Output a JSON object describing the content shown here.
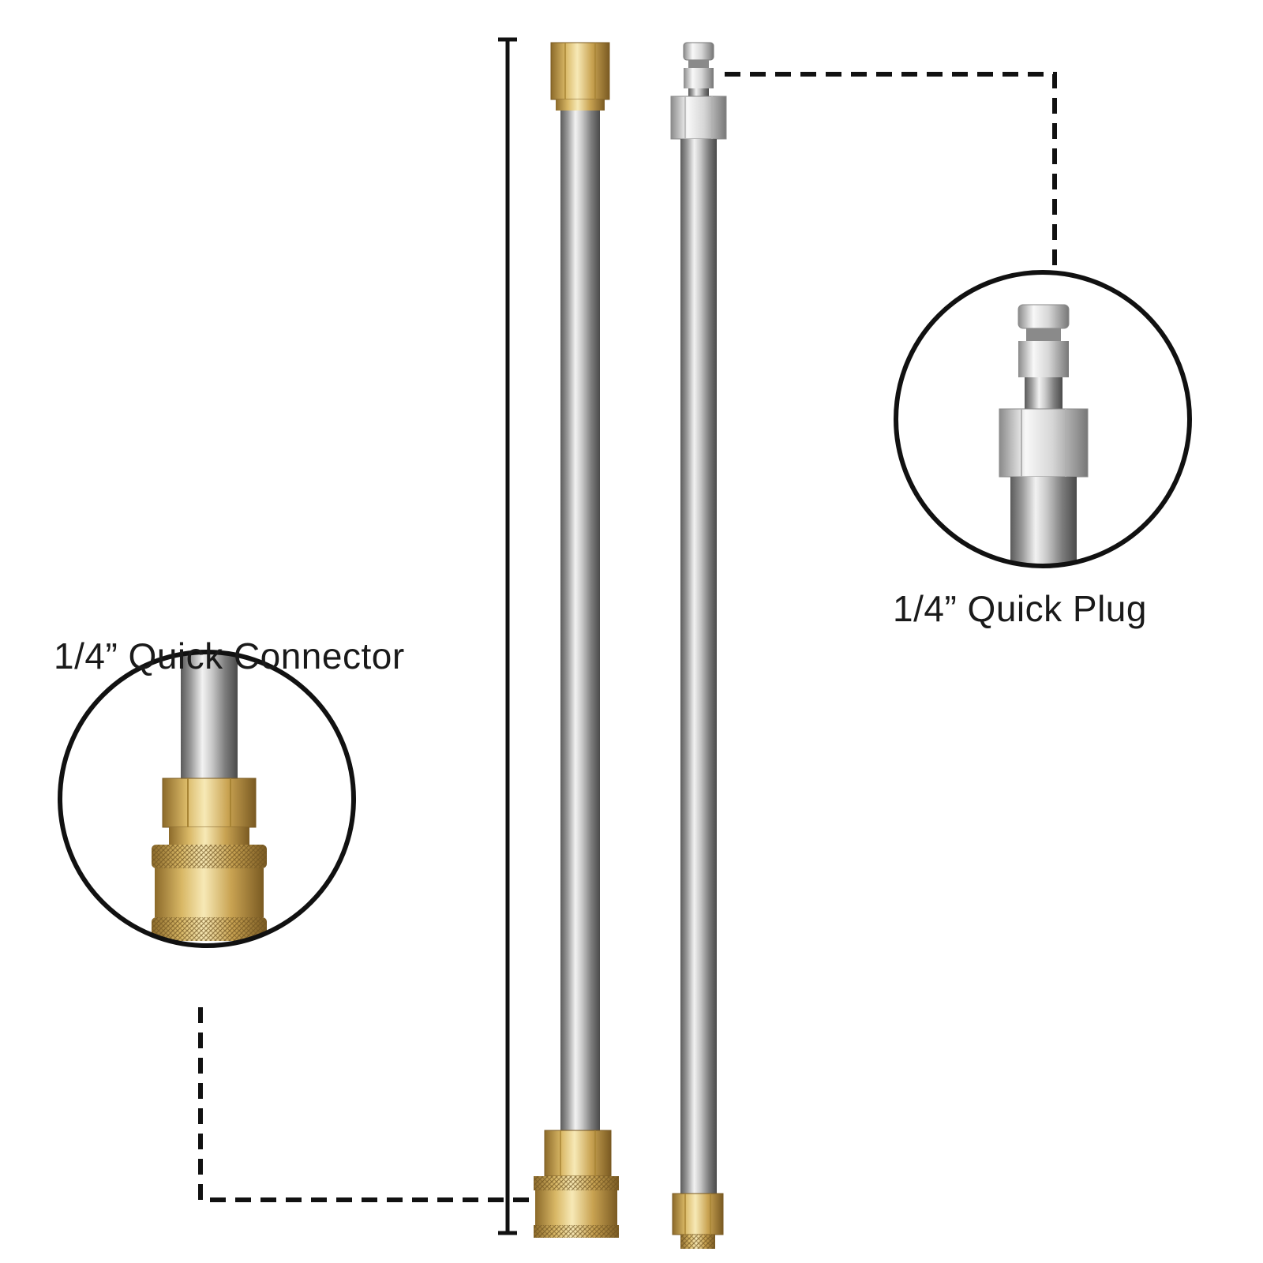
{
  "callouts": {
    "connector": {
      "label": "1/4” Quick Connector"
    },
    "plug": {
      "label": "1/4” Quick Plug"
    }
  },
  "colors": {
    "background": "#ffffff",
    "line": "#111111",
    "steel_light": "#eeeeee",
    "steel_dark": "#6c6c6c",
    "brass_light": "#f3e2a8",
    "brass_dark": "#9a7a36"
  },
  "icons": [
    "dimension-line",
    "dashed-leader-line",
    "zoom-circle"
  ]
}
